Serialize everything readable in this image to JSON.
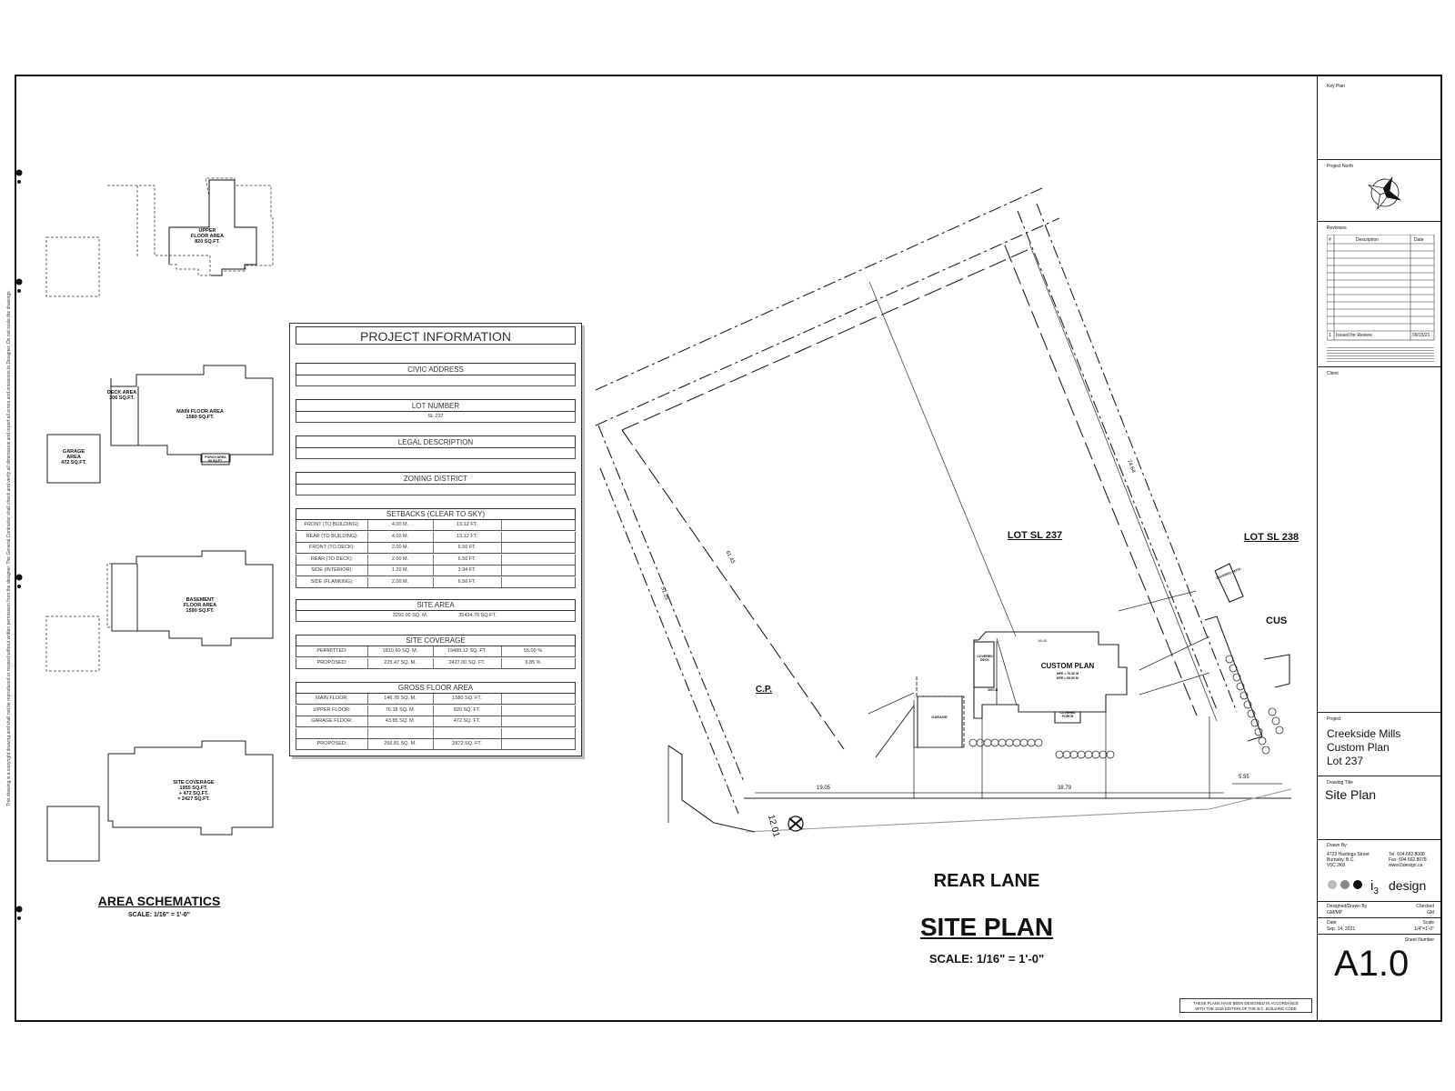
{
  "side_note": "This drawing is a copyright drawing and shall not be reproduced or revised without written permission from the designer. The General Contractor shall check and verify all dimensions and report all errors and omissions to Designer. Do not scale the drawings.",
  "schematics": {
    "upper": {
      "title": "UPPER",
      "title2": "FLOOR AREA",
      "area": "820 SQ.FT."
    },
    "deck": {
      "title": "DECK AREA",
      "area": "306 SQ.FT."
    },
    "main": {
      "title": "MAIN FLOOR AREA",
      "area": "1580 SQ.FT."
    },
    "porch": {
      "title": "PORCH AREA",
      "area": "60 SQ.FT."
    },
    "garage": {
      "title": "GARAGE",
      "title2": "AREA",
      "area": "472 SQ.FT."
    },
    "basement": {
      "title": "BASEMENT",
      "title2": "FLOOR AREA",
      "area": "1590 SQ.FT."
    },
    "coverage": {
      "title": "SITE COVERAGE",
      "l1": "1955 SQ.FT.",
      "l2": "+ 472 SQ.FT.",
      "l3": "= 2427 SQ.FT."
    },
    "heading": "AREA SCHEMATICS",
    "scale": "SCALE: 1/16\" = 1'-0\""
  },
  "project_info": {
    "title": "PROJECT INFORMATION",
    "civic": "CIVIC ADDRESS",
    "lot_label": "LOT NUMBER",
    "lot_value": "SL 237",
    "legal": "LEGAL DESCRIPTION",
    "zoning": "ZONING DISTRICT",
    "setbacks_title": "SETBACKS (CLEAR TO SKY)",
    "setbacks": [
      {
        "label": "FRONT (TO BUILDING):",
        "m": "4.00 M.",
        "ft": "13.12 FT."
      },
      {
        "label": "REAR (TO BUILDING):",
        "m": "4.00 M.",
        "ft": "13.12 FT."
      },
      {
        "label": "FRONT (TO DECK):",
        "m": "2.00 M.",
        "ft": "6.56 FT."
      },
      {
        "label": "REAR (TO DECK):",
        "m": "2.00 M.",
        "ft": "6.56 FT."
      },
      {
        "label": "SIDE (INTERIOR):",
        "m": "1.20 M.",
        "ft": "3.94 FT."
      },
      {
        "label": "SIDE (FLANKING):",
        "m": "2.00 M.",
        "ft": "6.56 FT."
      }
    ],
    "site_area_title": "SITE AREA",
    "site_area_m": "3292.00 SQ. M.",
    "site_area_ft": "35434.76 SQ.FT.",
    "coverage_title": "SITE COVERAGE",
    "coverage": [
      {
        "label": "PERMITTED:",
        "m": "1810.60 SQ. M.",
        "ft": "19489.12 SQ. FT.",
        "pct": "55.00 %"
      },
      {
        "label": "PROPOSED:",
        "m": "225.47 SQ. M.",
        "ft": "2427.00 SQ. FT.",
        "pct": "6.85 %"
      }
    ],
    "gfa_title": "GROSS FLOOR AREA",
    "gfa": [
      {
        "label": "MAIN FLOOR:",
        "m": "146.78 SQ. M.",
        "ft": "1580 SQ. FT."
      },
      {
        "label": "UPPER FLOOR:",
        "m": "76.18 SQ. M.",
        "ft": "820 SQ. FT."
      },
      {
        "label": "GARAGE FLOOR:",
        "m": "43.85 SQ. M.",
        "ft": "472 SQ. FT."
      },
      {
        "label": "",
        "m": "",
        "ft": ""
      },
      {
        "label": "PROPOSED:",
        "m": "266.81 SQ. M.",
        "ft": "2872 SQ. FT."
      }
    ]
  },
  "site": {
    "lot237": "LOT SL 237",
    "lot238": "LOT SL 238",
    "cp": "C.P.",
    "custom_plan": "CUSTOM PLAN",
    "house_note1": "MFE = 70.80 M",
    "house_note2": "BFE = 68.50 M",
    "covered_deck": "COVERED DECK",
    "deck": "DECK",
    "garage": "GARAGE",
    "covered_porch": "COVERED PORCH",
    "covered_patio": "COVERED PATIO",
    "cus": "CUS",
    "dims": {
      "d1": "51.25",
      "d2": "61.43",
      "d3": "74.64",
      "d4": "19.05",
      "d5": "38.79",
      "d6": "5.55",
      "d7": "12.01",
      "d8": "16.00"
    },
    "rear_lane": "REAR LANE",
    "title": "SITE PLAN",
    "scale": "SCALE: 1/16\" = 1'-0\""
  },
  "title_block": {
    "key_plan": "Key Plan",
    "project_north": "Project North",
    "revisions": "Revisions",
    "rev_cols": [
      "#",
      "Description",
      "Date"
    ],
    "rev_row": {
      "num": "1",
      "desc": "Issued for Review",
      "date": "09/15/21"
    },
    "client": "Client",
    "project_label": "Project",
    "project_l1": "Creekside Mills",
    "project_l2": "Custom Plan",
    "project_l3": "Lot 237",
    "drawing_title_label": "Drawing Title",
    "drawing_title": "Site Plan",
    "drawn_by": "Drawn By:",
    "addr1": "4723 Hastings Street",
    "addr2": "Burnaby, B.C.",
    "addr3": "V5C 2K8",
    "tel": "Tel: 604.662.8008",
    "fax": "Fax: 604.662.8078",
    "web": "www.i3design.ca",
    "logo_text": "design",
    "designed_label": "Designed/Drawn By",
    "designed_value": "GM/MP",
    "checked_label": "Checked",
    "checked_value": "GM",
    "date_label": "Date",
    "date_value": "Sep. 14, 2021",
    "scale_label": "Scale",
    "scale_value": "1/4\"=1'-0\"",
    "sheet_label": "Sheet Number",
    "sheet": "A1.0"
  },
  "code_note1": "THESE PLANS HAVE BEEN DESIGNED IN ACCORDANCE",
  "code_note2": "WITH THE 2018 EDITION OF THE B.C. BUILDING CODE"
}
